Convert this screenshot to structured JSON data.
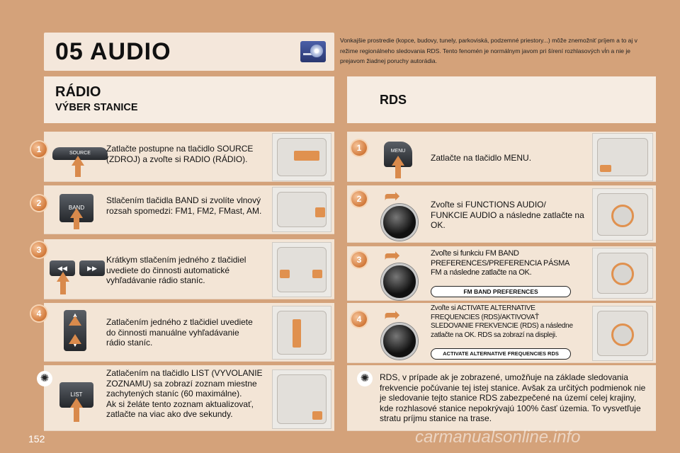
{
  "header": {
    "chapter": "05 AUDIO",
    "warning": "Vonkajšie prostredie (kopce, budovy, tunely, parkoviská, podzemné priestory...) môže znemožniť príjem a to aj v režime regionálneho sledovania RDS. Tento fenomén je normálnym javom pri šírení rozhlasových vĺn a nie je prejavom žiadnej poruchy autorádia."
  },
  "left": {
    "title": "RÁDIO",
    "subtitle": "VÝBER STANICE",
    "steps": [
      {
        "num": "1",
        "button": "SOURCE",
        "text": "Zatlačte postupne na tlačidlo SOURCE (ZDROJ) a zvoľte si RADIO (RÁDIO)."
      },
      {
        "num": "2",
        "button": "BAND",
        "text": "Stlačením tlačidla BAND si zvolíte vlnový rozsah spomedzi: FM1, FM2, FMast, AM."
      },
      {
        "num": "3",
        "button": "◀◀  ▶▶",
        "text": "Krátkym stlačením jedného z tlačidiel uvediete do činnosti automatické vyhľadávanie rádio staníc."
      },
      {
        "num": "4",
        "button": "▲ ▼",
        "text": "Zatlačením jedného z tlačidiel uvediete do činnosti manuálne vyhľadávanie rádio staníc."
      }
    ],
    "tip": {
      "button": "LIST",
      "text": "Zatlačením na tlačidlo LIST (VYVOLANIE ZOZNAMU) sa zobrazí zoznam miestne zachytených staníc (60 maximálne).\nAk si želáte tento zoznam aktualizovať, zatlačte na viac ako dve sekundy."
    }
  },
  "right": {
    "title": "RDS",
    "steps": [
      {
        "num": "1",
        "button": "MENU",
        "text": "Zatlačte na tlačidlo MENU."
      },
      {
        "num": "2",
        "text": "Zvoľte si FUNCTIONS AUDIO/ FUNKCIE AUDIO a následne zatlačte na OK."
      },
      {
        "num": "3",
        "text": "Zvoľte si funkciu FM BAND PREFERENCES/PREFERENCIA PÁSMA FM a následne zatlačte na OK.",
        "pill": "FM BAND PREFERENCES"
      },
      {
        "num": "4",
        "text": "Zvoľte si ACTIVATE ALTERNATIVE FREQUENCIES (RDS)/AKTIVOVAŤ SLEDOVANIE FREKVENCIE (RDS) a následne zatlačte na OK. RDS sa zobrazí na displeji.",
        "pill": "ACTIVATE ALTERNATIVE FREQUENCIES RDS"
      }
    ],
    "tip": {
      "text": "RDS, v prípade ak je zobrazené, umožňuje na základe sledovania frekvencie počúvanie tej istej stanice. Avšak za určitých podmienok nie je sledovanie tejto stanice RDS zabezpečené na území celej krajiny, kde rozhlasové stanice nepokrývajú 100% časť územia. To vysvetľuje stratu príjmu stanice na trase."
    }
  },
  "footer": {
    "page": "152",
    "watermark": "carmanualsonline.info"
  }
}
